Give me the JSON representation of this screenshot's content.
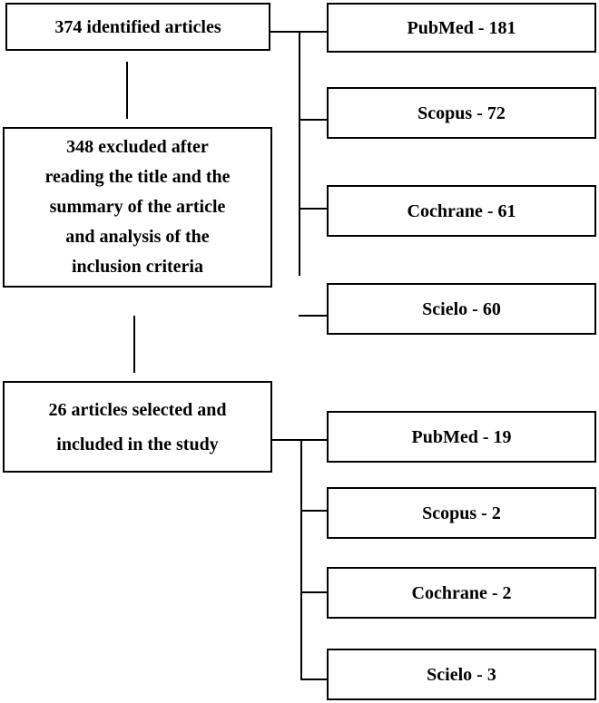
{
  "identified": {
    "label": "374 identified articles",
    "sources": [
      {
        "label": "PubMed - 181"
      },
      {
        "label": "Scopus - 72"
      },
      {
        "label": "Cochrane - 61"
      },
      {
        "label": "Scielo - 60"
      }
    ]
  },
  "excluded": {
    "lines": [
      "348 excluded after",
      "reading the title and the",
      "summary of the article",
      "and analysis of the",
      "inclusion criteria"
    ]
  },
  "selected": {
    "lines": [
      "26 articles selected and",
      "included in the study"
    ],
    "sources": [
      {
        "label": "PubMed - 19"
      },
      {
        "label": "Scopus - 2"
      },
      {
        "label": "Cochrane - 2"
      },
      {
        "label": "Scielo - 3"
      }
    ]
  }
}
